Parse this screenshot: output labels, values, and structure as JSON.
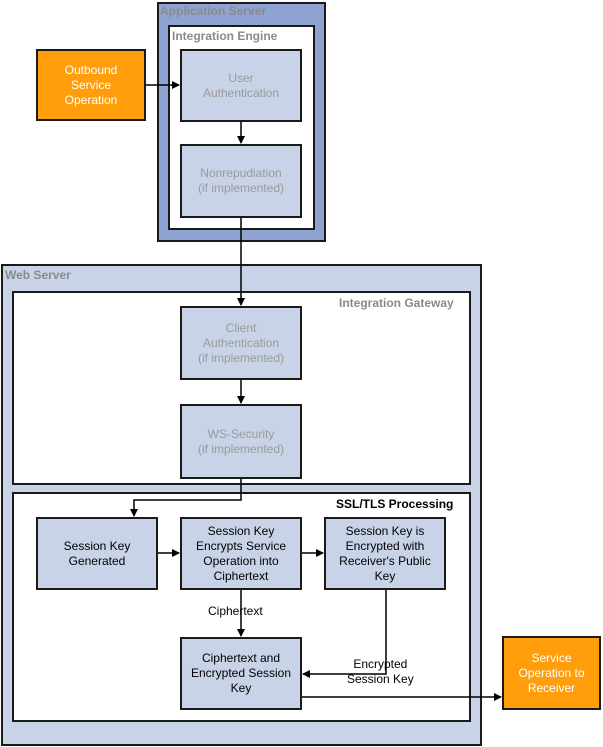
{
  "containers": {
    "app_server": "Application Server",
    "integration_engine": "Integration Engine",
    "web_server": "Web Server",
    "integration_gateway": "Integration Gateway",
    "ssl_tls": "SSL/TLS Processing"
  },
  "boxes": {
    "outbound": "Outbound\nService\nOperation",
    "user_auth": "User\nAuthentication",
    "nonrepudiation": "Nonrepudiation\n(if implemented)",
    "client_auth": "Client\nAuthentication\n(if implemented)",
    "ws_security": "WS-Security\n(if implemented)",
    "session_key_generated": "Session Key\nGenerated",
    "session_key_encrypts": "Session Key\nEncrypts Service\nOperation into\nCiphertext",
    "session_key_encrypted": "Session Key is\nEncrypted with\nReceiver's Public\nKey",
    "ciphertext_and_key": "Ciphertext and\nEncrypted Session\nKey",
    "receiver": "Service\nOperation to\nReceiver"
  },
  "edge_labels": {
    "ciphertext": "Ciphertext",
    "encrypted_session_key": "Encrypted\nSession Key"
  },
  "colors": {
    "orange": "#ff9d0b",
    "box_blue": "#c8d3e8",
    "app_server_blue": "#8fa3d2",
    "grey_text": "#9a9a9a"
  }
}
